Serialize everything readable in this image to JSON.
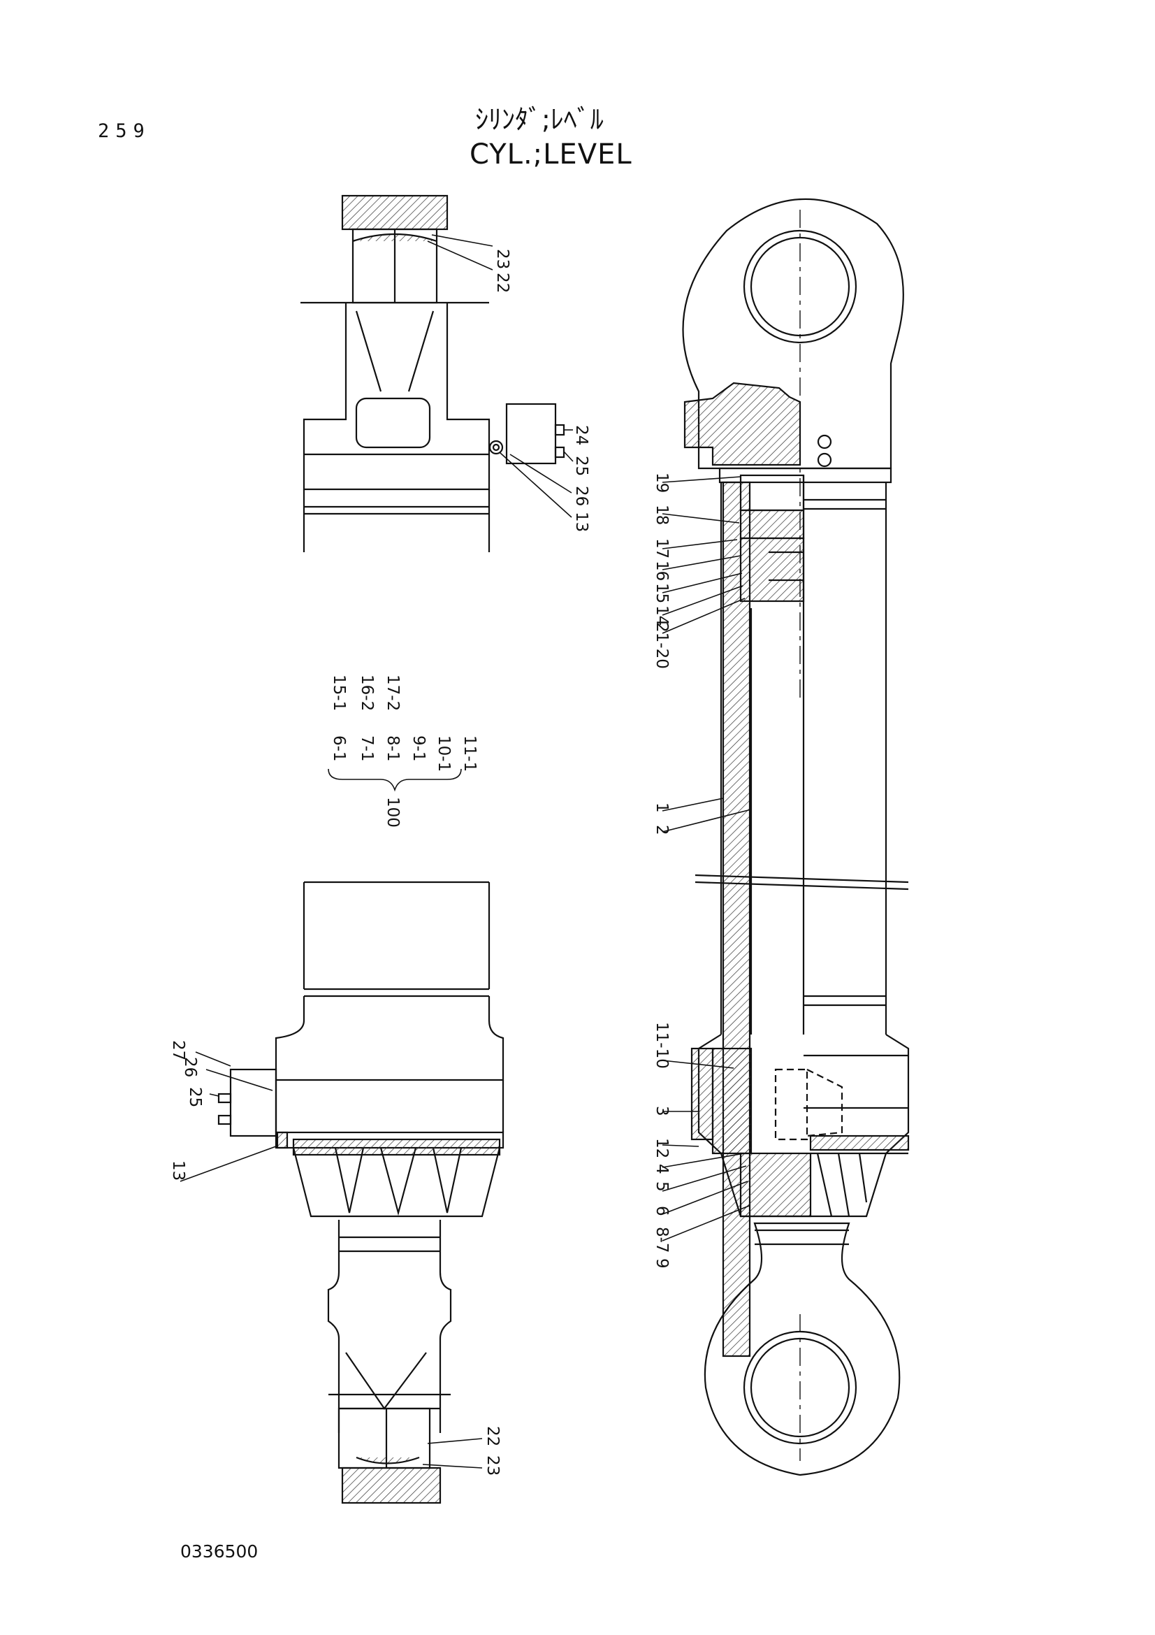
{
  "header": {
    "page_number": "259",
    "title_jp": "ｼﾘﾝﾀﾞ;ﾚﾍﾞﾙ",
    "title_en": "CYL.;LEVEL"
  },
  "footer": {
    "drawing_number": "0336500"
  },
  "callouts": {
    "top_view": [
      "23",
      "22",
      "24",
      "25",
      "26",
      "13"
    ],
    "main_view": [
      "19",
      "18",
      "17",
      "16",
      "15",
      "14",
      "21-20",
      "1",
      "2",
      "11-10",
      "3",
      "12",
      "4",
      "5",
      "6",
      "8-7",
      "9"
    ],
    "lower_view": [
      "27",
      "26",
      "25",
      "13",
      "22",
      "23"
    ]
  },
  "kit_table": {
    "row1": [
      "15-1",
      "16-2",
      "17-2"
    ],
    "row2": [
      "6-1",
      "7-1",
      "8-1",
      "9-1",
      "10-1",
      "11-1"
    ],
    "kit_number": "100"
  }
}
